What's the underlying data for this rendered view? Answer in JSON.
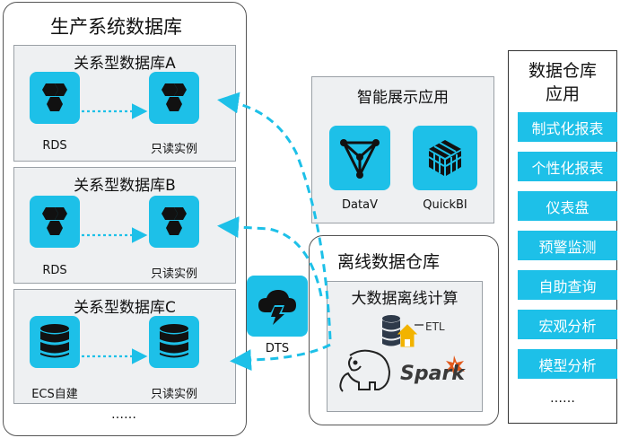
{
  "prod": {
    "title": "生产系统数据库",
    "groups": [
      {
        "title": "关系型数据库A",
        "source_label": "RDS",
        "replica_label": "只读实例"
      },
      {
        "title": "关系型数据库B",
        "source_label": "RDS",
        "replica_label": "只读实例"
      },
      {
        "title": "关系型数据库C",
        "source_label": "ECS自建",
        "replica_label": "只读实例"
      }
    ],
    "more": "……"
  },
  "smart": {
    "title": "智能展示应用",
    "tools": [
      {
        "label": "DataV"
      },
      {
        "label": "QuickBI"
      }
    ]
  },
  "offline": {
    "title": "离线数据仓库",
    "inner_title": "大数据离线计算",
    "etl_label": "ETL",
    "spark_label": "Spark"
  },
  "dts": {
    "label": "DTS"
  },
  "warehouse_apps": {
    "title_line1": "数据仓库",
    "title_line2": "应用",
    "items": [
      "制式化报表",
      "个性化报表",
      "仪表盘",
      "预警监测",
      "自助查询",
      "宏观分析",
      "模型分析"
    ],
    "more": "……"
  },
  "colors": {
    "accent": "#1dc0e8",
    "panel_bg": "#eef0f2",
    "arrow": "#1dc0e8"
  }
}
